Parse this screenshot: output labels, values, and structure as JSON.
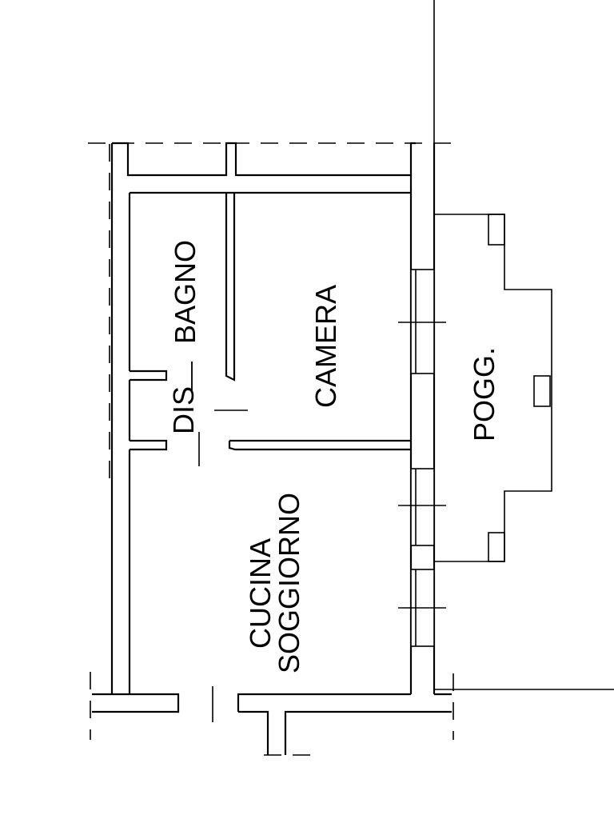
{
  "rooms": {
    "bagno": "BAGNO",
    "camera": "CAMERA",
    "dis": "DIS",
    "cucina": "CUCINA",
    "soggiorno": "SOGGIORNO",
    "pogg": "POGG."
  }
}
